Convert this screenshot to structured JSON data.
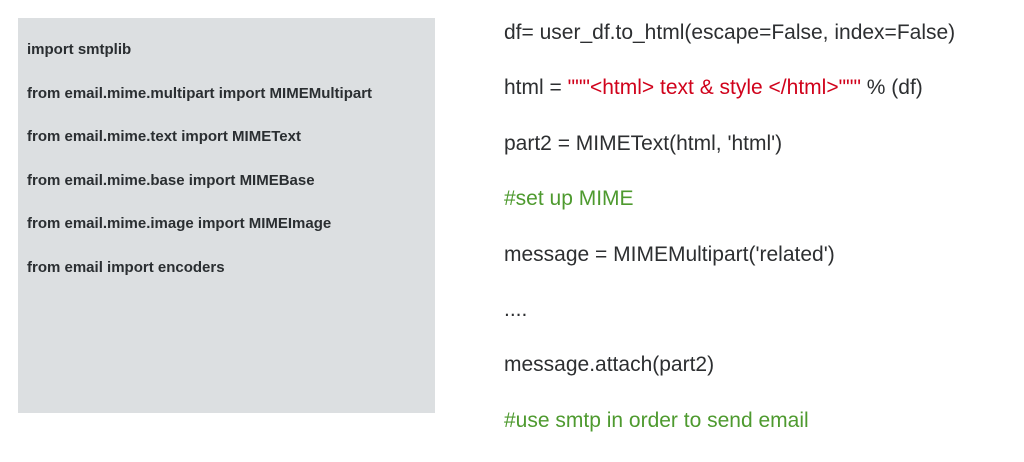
{
  "colors": {
    "panel_background": "#dcdfe1",
    "code_text": "#2d2f31",
    "string_literal": "#d0021b",
    "comment": "#4e9a2f"
  },
  "imports_panel": {
    "lines": [
      "import smtplib",
      "from email.mime.multipart import MIMEMultipart",
      "from email.mime.text import MIMEText",
      "from email.mime.base import MIMEBase",
      "from email.mime.image import MIMEImage",
      "from email import encoders"
    ]
  },
  "code_panel": {
    "line1": "df= user_df.to_html(escape=False, index=False)",
    "line2_prefix": "html = ",
    "line2_string": "\"\"\"<html> text & style </html>\"\"\"",
    "line2_suffix": " % (df)",
    "line3": "part2 = MIMEText(html, 'html')",
    "line4_comment": "#set up MIME",
    "line5": "message = MIMEMultipart('related')",
    "line6": "....",
    "line7": "message.attach(part2)",
    "line8_comment": "#use smtp in order to send email"
  }
}
